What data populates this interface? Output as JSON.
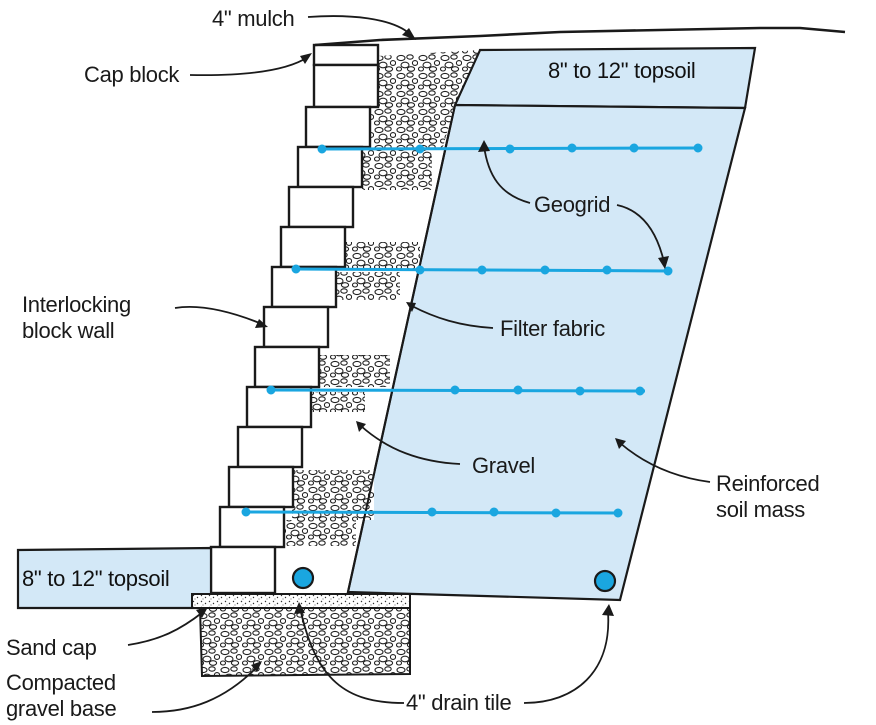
{
  "labels": {
    "mulch": "4\" mulch",
    "cap_block": "Cap block",
    "topsoil_upper": "8\" to 12\" topsoil",
    "geogrid": "Geogrid",
    "interlocking_line1": "Interlocking",
    "interlocking_line2": "block wall",
    "filter_fabric": "Filter fabric",
    "gravel": "Gravel",
    "reinforced_line1": "Reinforced",
    "reinforced_line2": "soil mass",
    "topsoil_lower": "8\" to 12\" topsoil",
    "sand_cap": "Sand cap",
    "compacted_line1": "Compacted",
    "compacted_line2": "gravel base",
    "drain_tile": "4\" drain tile"
  },
  "colors": {
    "soil_fill": "#d3e8f7",
    "geogrid": "#1aa6e0",
    "drain_tile": "#1aa6e0",
    "ink": "#1a1a1a"
  }
}
